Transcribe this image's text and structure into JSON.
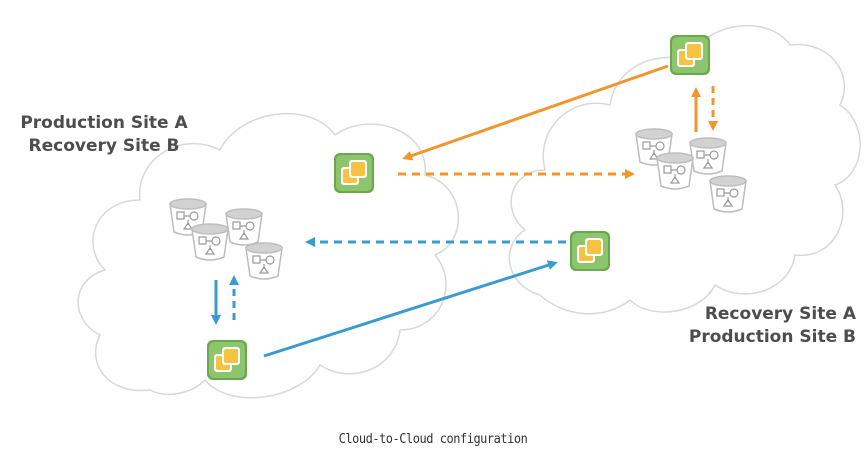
{
  "sites": {
    "left": {
      "line1": "Production Site A",
      "line2": "Recovery Site B"
    },
    "right": {
      "line1": "Recovery Site A",
      "line2": "Production Site B"
    }
  },
  "caption": "Cloud-to-Cloud configuration",
  "colors": {
    "orange": "#f0962c",
    "blue": "#3a9bd1",
    "cloud_stroke": "#d8d8d8",
    "icon_green": "#6aa84f",
    "icon_yellow": "#f5c242",
    "bucket_gray": "#c8c8c8"
  },
  "icons": [
    "cloud-shape",
    "vsphere-replication-icon",
    "datastore-bucket-icon"
  ]
}
